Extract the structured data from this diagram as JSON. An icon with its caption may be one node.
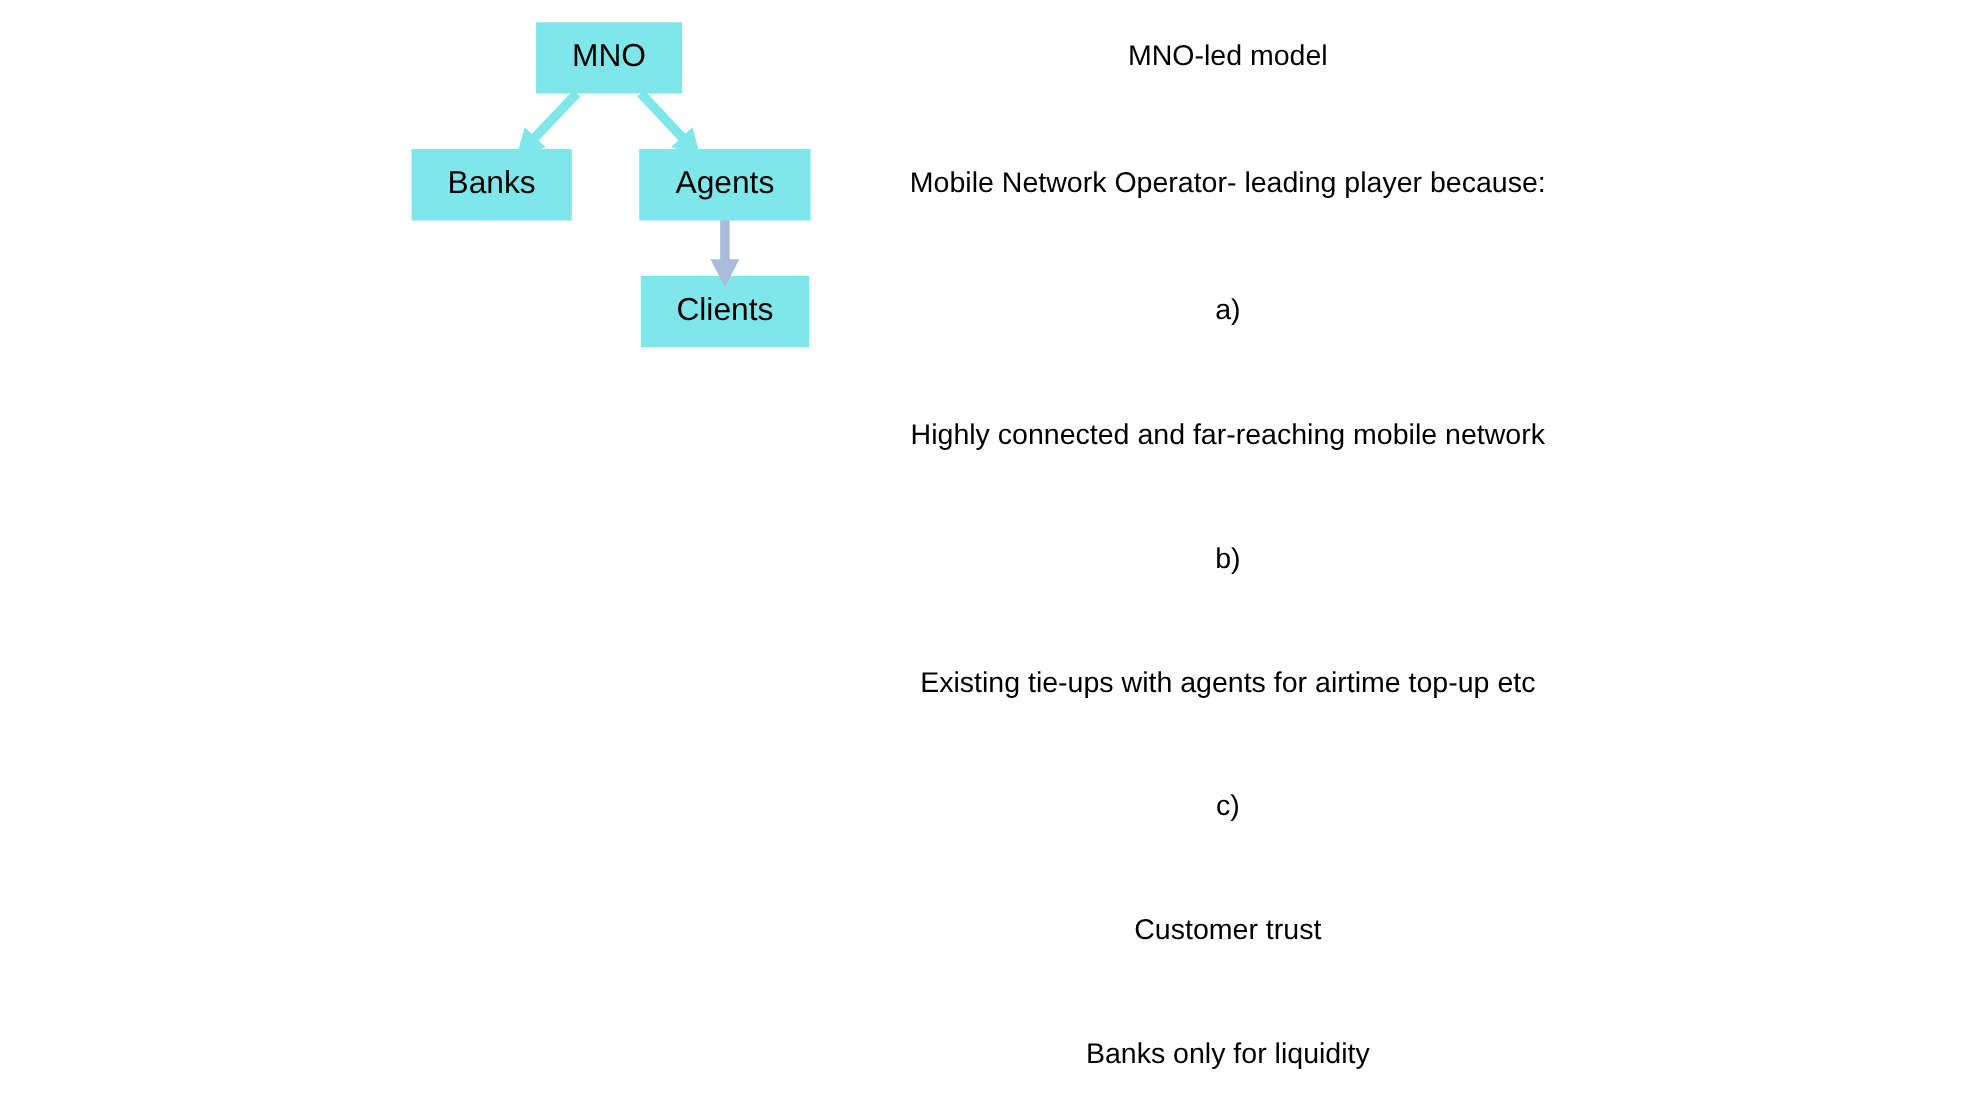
{
  "diagram": {
    "nodes": [
      {
        "text": [
          "MNO"
        ]
      },
      {
        "text": [
          "Banks"
        ]
      },
      {
        "text": [
          "Agents"
        ]
      },
      {
        "text": [
          "Clients"
        ]
      }
    ],
    "edges": [
      {
        "from": 0,
        "to": 1,
        "arrow": "to"
      },
      {
        "from": 0,
        "to": 2,
        "arrow": "to"
      },
      {
        "from": 2,
        "to": 3,
        "arrow": "to",
        "color": "#a9bcd9"
      }
    ],
    "labels": [
      "MNO-led model",
      "Mobile Network Operator- leading player because:",
      "a)",
      "Highly connected and far-reaching mobile network",
      "b)",
      "Existing tie-ups with agents for airtime top-up etc",
      "c)",
      "Customer trust",
      "Banks only for liquidity"
    ]
  }
}
